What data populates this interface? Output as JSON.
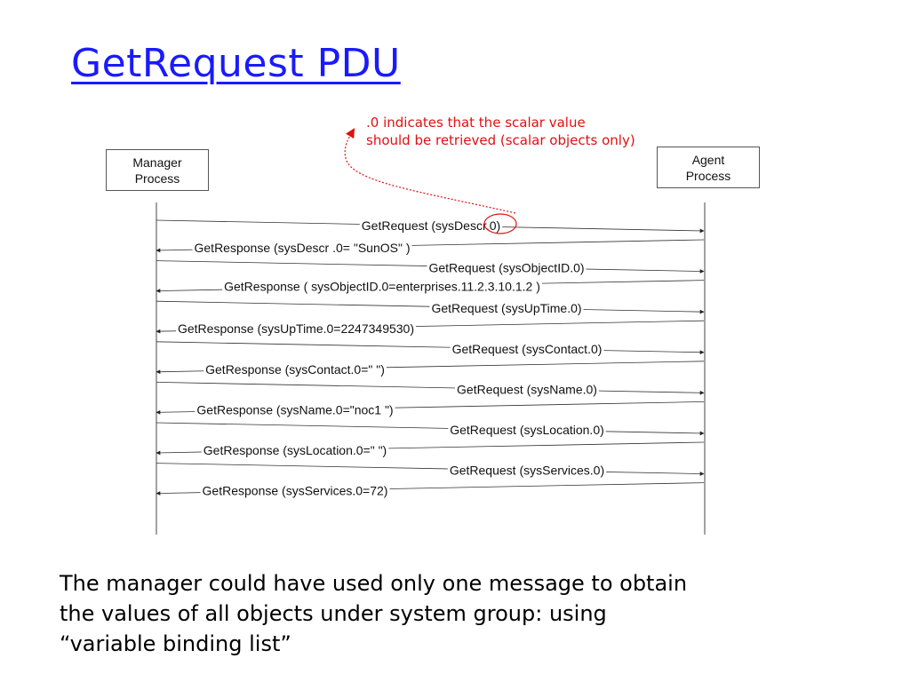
{
  "title": "GetRequest PDU",
  "note": {
    "lines": [
      ".0 indicates that the scalar value",
      "should be retrieved (scalar objects only)"
    ],
    "color": "#e01010"
  },
  "manager": {
    "lines": [
      "Manager",
      "Process"
    ]
  },
  "agent": {
    "lines": [
      "Agent",
      "Process"
    ]
  },
  "messages": [
    {
      "label": "GetRequest (sysDescr.0)",
      "direction": "to-agent"
    },
    {
      "label": "GetResponse (sysDescr .0= \"SunOS\" )",
      "direction": "to-manager"
    },
    {
      "label": "GetRequest (sysObjectID.0)",
      "direction": "to-agent"
    },
    {
      "label": "GetResponse ( sysObjectID.0=enterprises.11.2.3.10.1.2 )",
      "direction": "to-manager"
    },
    {
      "label": "GetRequest (sysUpTime.0)",
      "direction": "to-agent"
    },
    {
      "label": "GetResponse (sysUpTime.0=2247349530)",
      "direction": "to-manager"
    },
    {
      "label": "GetRequest (sysContact.0)",
      "direction": "to-agent"
    },
    {
      "label": "GetResponse (sysContact.0=\" \")",
      "direction": "to-manager"
    },
    {
      "label": "GetRequest (sysName.0)",
      "direction": "to-agent"
    },
    {
      "label": "GetResponse (sysName.0=\"noc1 \")",
      "direction": "to-manager"
    },
    {
      "label": "GetRequest (sysLocation.0)",
      "direction": "to-agent"
    },
    {
      "label": "GetResponse (sysLocation.0=\" \")",
      "direction": "to-manager"
    },
    {
      "label": "GetRequest (sysServices.0)",
      "direction": "to-agent"
    },
    {
      "label": "GetResponse (sysServices.0=72)",
      "direction": "to-manager"
    }
  ],
  "footer": {
    "lines": [
      "The manager could have used only one message to obtain",
      "the values of all objects under system group: using",
      "“variable binding list”"
    ]
  },
  "colors": {
    "title": "#1a1aff",
    "annotation": "#e01010",
    "lines": "#333333"
  }
}
